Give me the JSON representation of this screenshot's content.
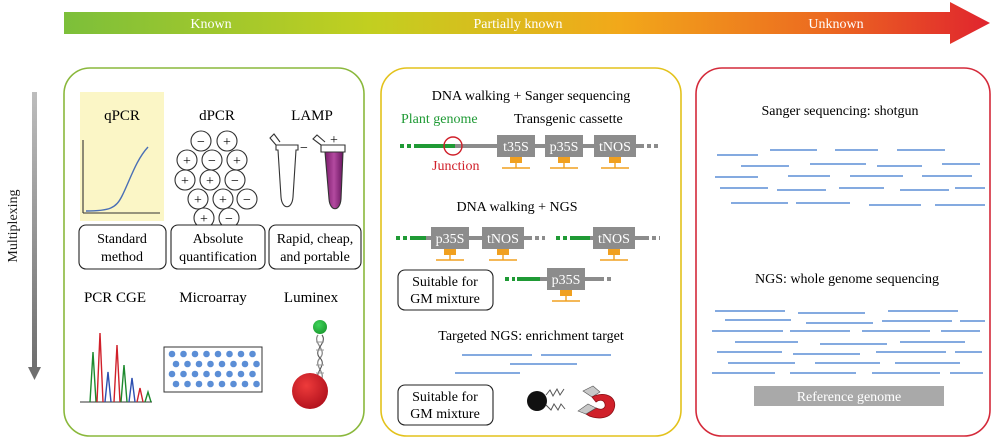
{
  "arrow": {
    "labels": [
      "Known",
      "Partially known",
      "Unknown"
    ]
  },
  "side_axis": {
    "label": "Multiplexing"
  },
  "panel_known": {
    "methods": [
      "qPCR",
      "dPCR",
      "LAMP",
      "PCR CGE",
      "Microarray",
      "Luminex"
    ],
    "dpcr_symbols": {
      "neg": "−",
      "pos": "+"
    },
    "lamp_symbols": {
      "neg": "−",
      "pos": "+"
    },
    "boxes": [
      [
        "Standard",
        "method"
      ],
      [
        "Absolute",
        "quantification"
      ],
      [
        "Rapid, cheap,",
        "and portable"
      ]
    ]
  },
  "panel_partial": {
    "section1_title": "DNA walking + Sanger sequencing",
    "plant_genome": "Plant genome",
    "transgenic_cassette": "Transgenic cassette",
    "junction": "Junction",
    "cassette_elements": [
      "t35S",
      "p35S",
      "tNOS"
    ],
    "section2_title": "DNA walking + NGS",
    "ngs_elements": [
      "p35S",
      "tNOS",
      "tNOS",
      "p35S"
    ],
    "suitable_box": [
      "Suitable for",
      "GM mixture"
    ],
    "section3_title": "Targeted NGS: enrichment target",
    "suitable_box2": [
      "Suitable for",
      "GM mixture"
    ]
  },
  "panel_unknown": {
    "title1": "Sanger sequencing: shotgun",
    "title2": "NGS: whole genome sequencing",
    "reference": "Reference genome"
  },
  "colors": {
    "green_panel": "#8ab83c",
    "yellow_panel": "#e3c21c",
    "red_panel": "#d42a3a",
    "read_blue": "#5b8ed6",
    "cassette_gray": "#8c8c8c",
    "primer_orange": "#f0a020",
    "genome_green": "#1f9a35"
  }
}
